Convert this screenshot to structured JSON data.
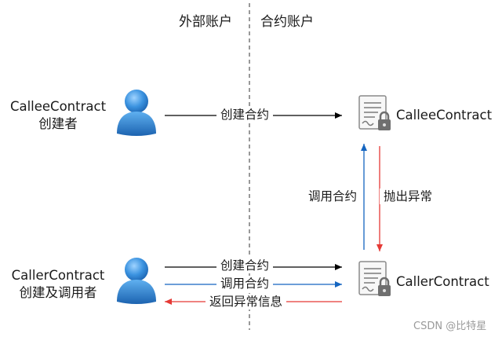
{
  "header": {
    "external_account": "外部账户",
    "contract_account": "合约账户"
  },
  "actors": {
    "callee_creator_line1": "CalleeContract",
    "callee_creator_line2": "创建者",
    "caller_creator_line1": "CallerContract",
    "caller_creator_line2": "创建及调用者"
  },
  "contracts": {
    "callee": "CalleeContract",
    "caller": "CallerContract"
  },
  "edges": {
    "create_callee": "创建合约",
    "invoke_up": "调用合约",
    "throw_exception": "抛出异常",
    "create_caller": "创建合约",
    "invoke_caller": "调用合约",
    "return_exception": "返回异常信息"
  },
  "colors": {
    "black_arrow": "#000000",
    "blue_arrow": "#1565c0",
    "red_arrow": "#e53935",
    "person_blue": "#2f86d6"
  },
  "watermark": "CSDN @比特星"
}
